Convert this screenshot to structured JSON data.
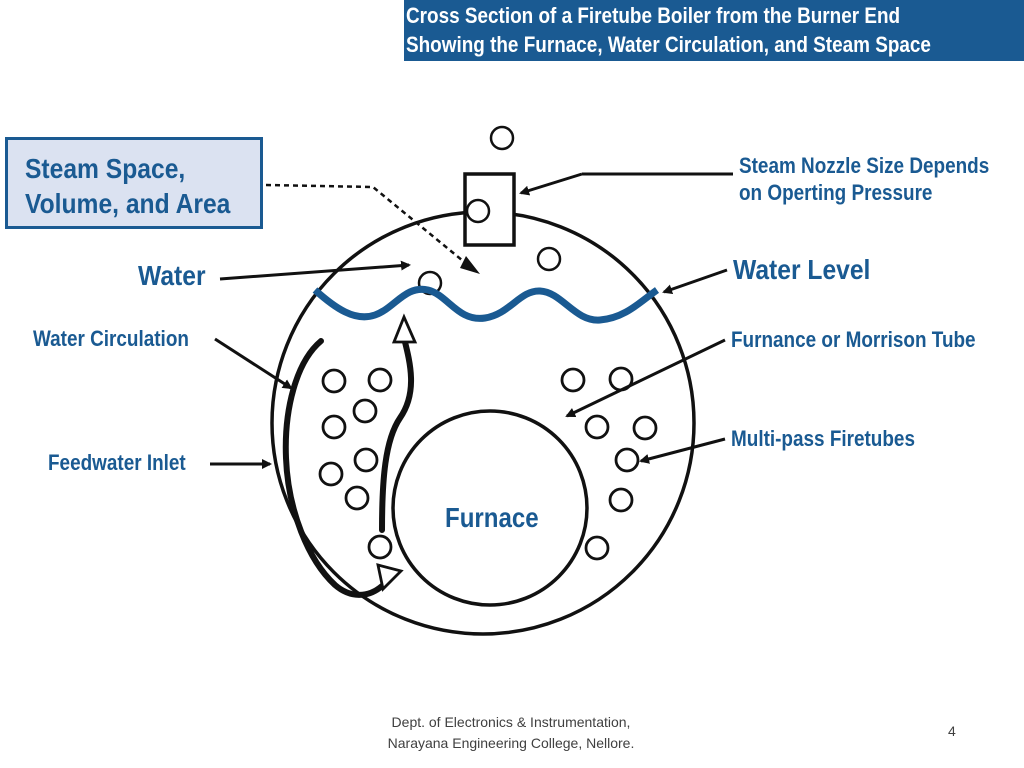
{
  "slide": {
    "title_line1": "Cross Section of a Firetube Boiler from the Burner End",
    "title_line2": "Showing the Furnace, Water Circulation, and Steam Space",
    "footer_line1": "Dept. of Electronics & Instrumentation,",
    "footer_line2": "Narayana Engineering College, Nellore.",
    "page_number": "4"
  },
  "diagram": {
    "steam_space_line1": "Steam Space,",
    "steam_space_line2": "Volume, and Area",
    "labels": {
      "water": "Water",
      "water_circulation": "Water Circulation",
      "feedwater_inlet": "Feedwater Inlet",
      "steam_nozzle_line1": "Steam Nozzle Size Depends",
      "steam_nozzle_line2": "on Operting Pressure",
      "water_level": "Water Level",
      "furnace_tube": "Furnance or Morrison Tube",
      "firetubes": "Multi-pass Firetubes",
      "furnace": "Furnace"
    }
  },
  "colors": {
    "brand_blue": "#1a5a92",
    "box_fill": "#dbe2f1",
    "water_line": "#1a5a92"
  }
}
